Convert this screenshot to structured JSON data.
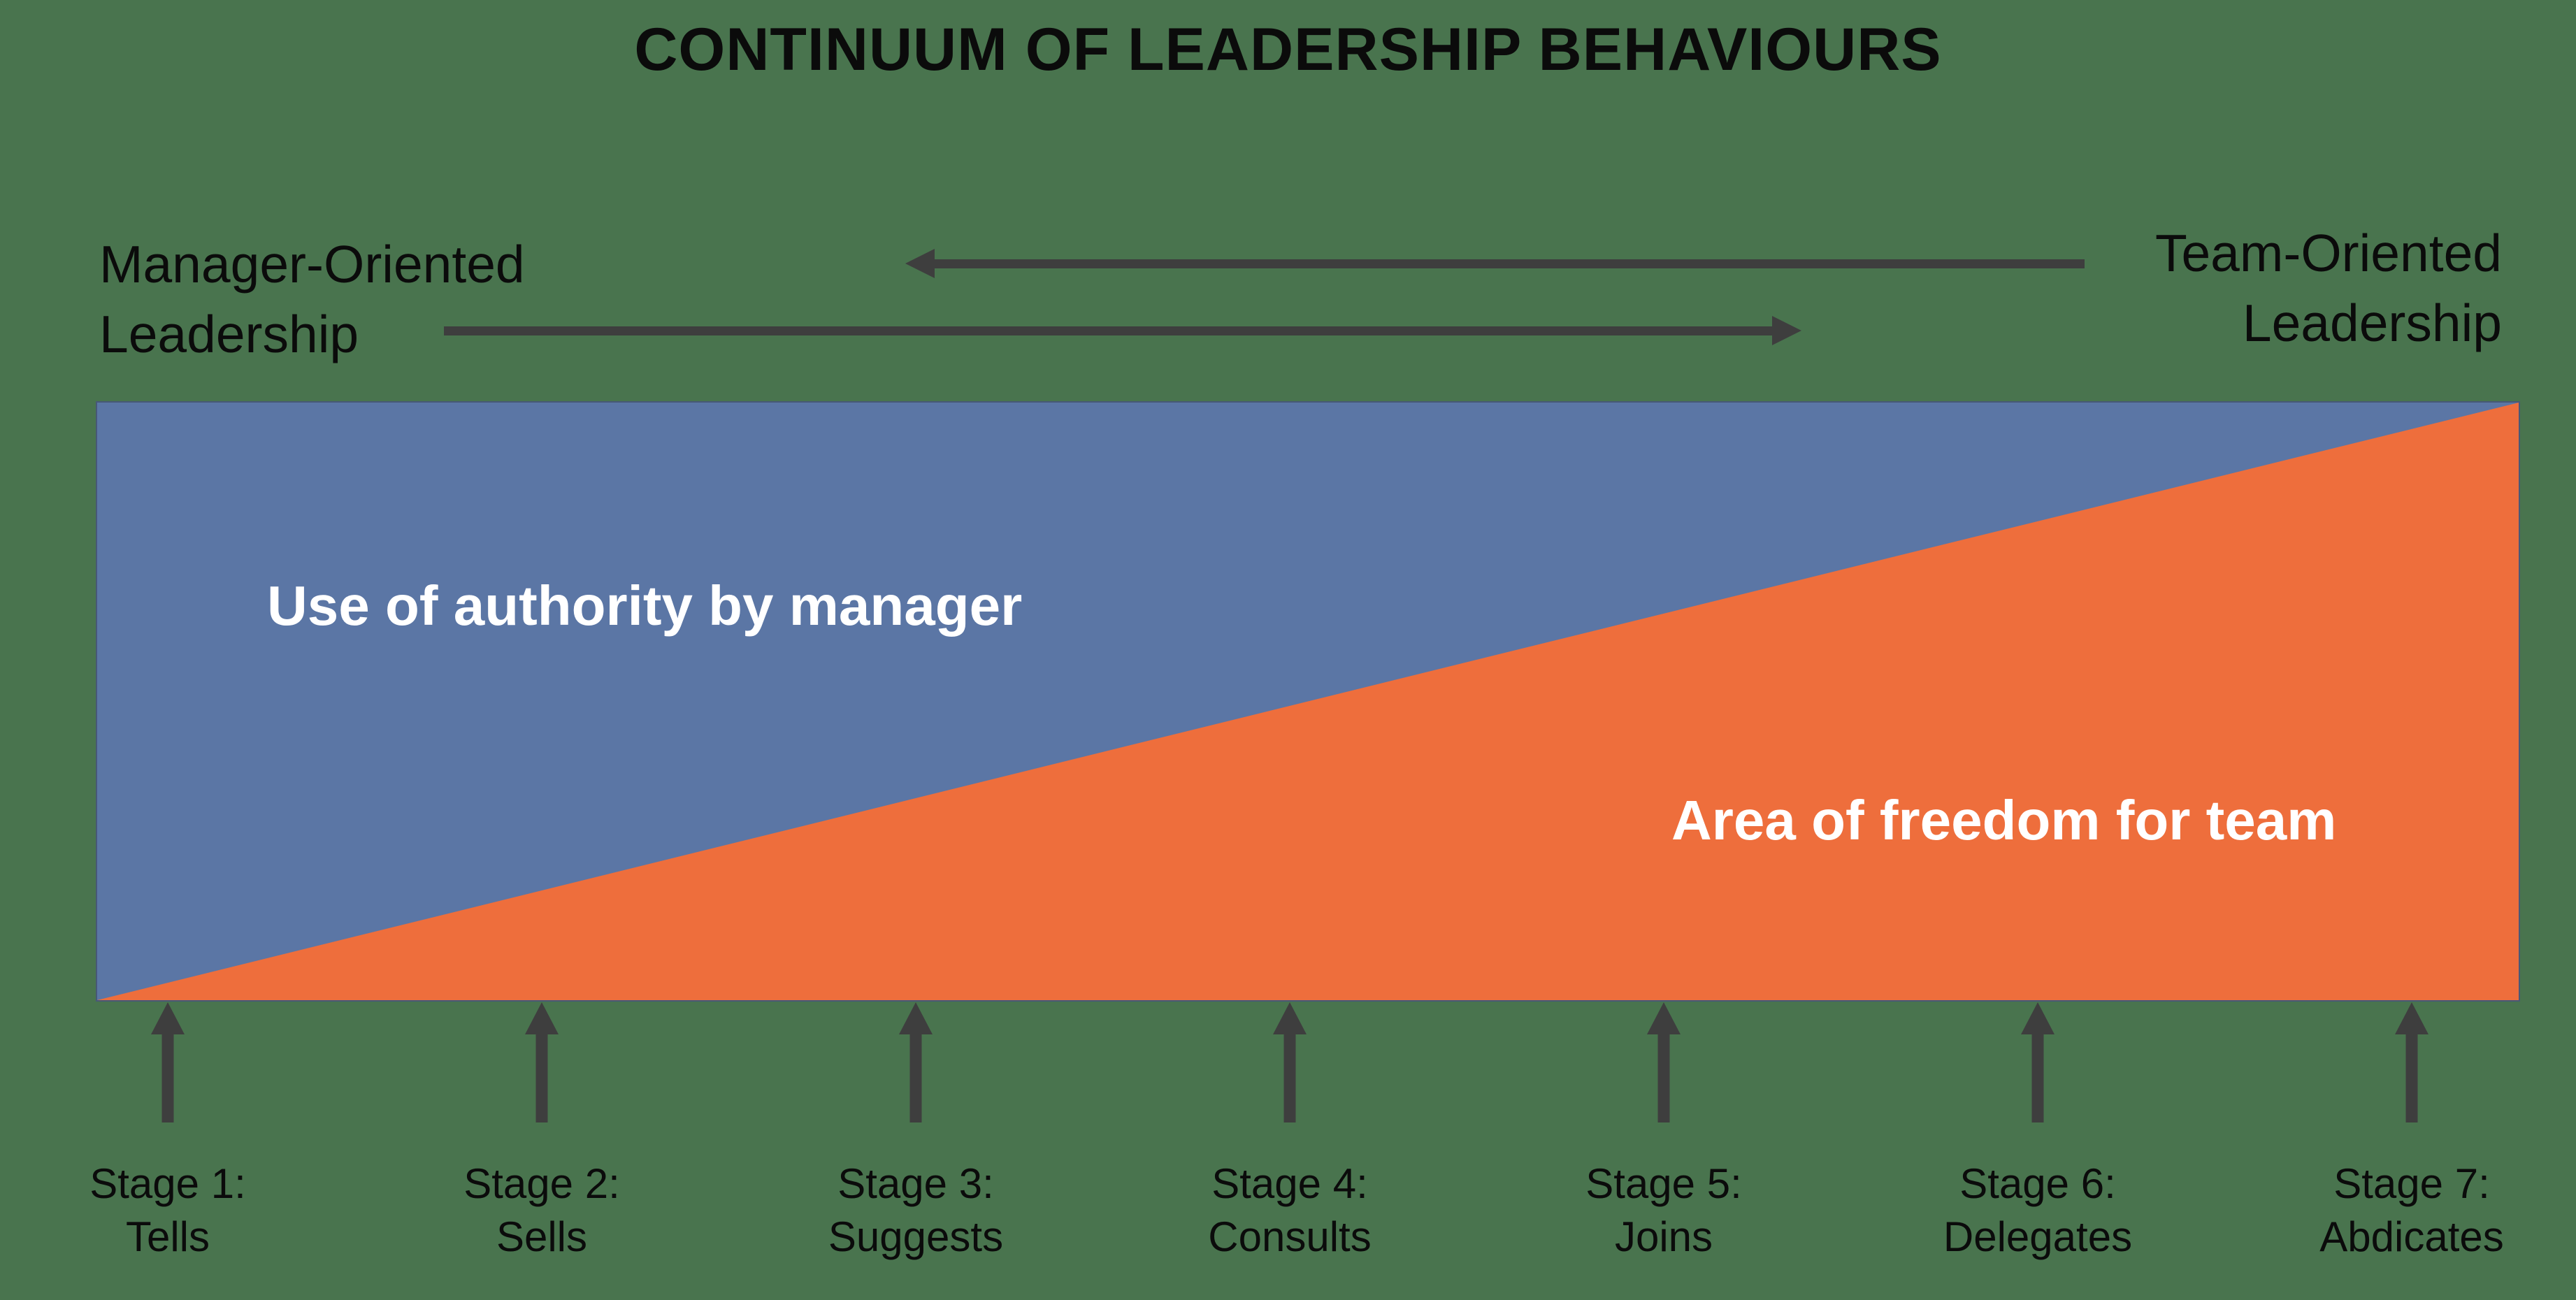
{
  "title": "CONTINUUM OF LEADERSHIP BEHAVIOURS",
  "orientation_labels": {
    "left": {
      "line1": "Manager-Oriented",
      "line2": "Leadership"
    },
    "right": {
      "line1": "Team-Oriented",
      "line2": "Leadership"
    }
  },
  "areas": {
    "authority": "Use of authority by manager",
    "freedom": "Area of freedom for team"
  },
  "stages": [
    {
      "title": "Stage 1:",
      "behavior": "Tells"
    },
    {
      "title": "Stage 2:",
      "behavior": "Sells"
    },
    {
      "title": "Stage 3:",
      "behavior": "Suggests"
    },
    {
      "title": "Stage 4:",
      "behavior": "Consults"
    },
    {
      "title": "Stage 5:",
      "behavior": "Joins"
    },
    {
      "title": "Stage 6:",
      "behavior": "Delegates"
    },
    {
      "title": "Stage 7:",
      "behavior": "Abdicates"
    }
  ],
  "colors": {
    "background": "#49744E",
    "authority_area": "#5B76A5",
    "freedom_area": "#EE6E3C",
    "arrow": "#3E3E3E",
    "text": "#0B0B0B",
    "area_text": "#FFFFFF"
  }
}
